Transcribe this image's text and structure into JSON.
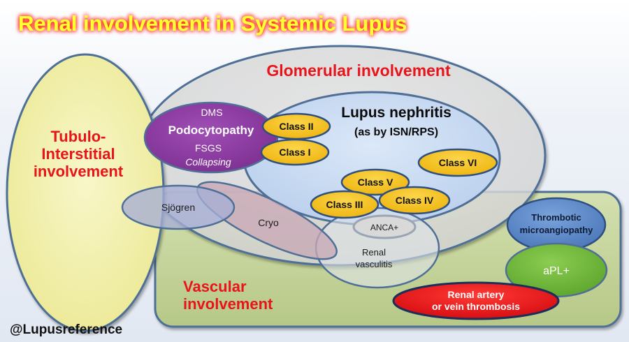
{
  "title": "Renal involvement in Systemic Lupus",
  "glomerular": {
    "label": "Glomerular involvement"
  },
  "lupus_nephritis": {
    "title": "Lupus nephritis",
    "subtitle": "(as by ISN/RPS)"
  },
  "podocytopathy": {
    "top": "DMS",
    "title": "Podocytopathy",
    "line3": "FSGS",
    "line4": "Collapsing"
  },
  "classes": {
    "c1": "Class I",
    "c2": "Class II",
    "c3": "Class III",
    "c4": "Class IV",
    "c5": "Class V",
    "c6": "Class VI"
  },
  "tubulo": {
    "line1": "Tubulo-",
    "line2": "Interstitial",
    "line3": "involvement"
  },
  "vascular": {
    "line1": "Vascular",
    "line2": "involvement"
  },
  "sjogren": "Sjögren",
  "cryo": "Cryo",
  "anca": "ANCA+",
  "renal_vasculitis": {
    "line1": "Renal",
    "line2": "vasculitis"
  },
  "tma": {
    "line1": "Thrombotic",
    "line2": "microangiopathy"
  },
  "apl": "aPL+",
  "thrombosis": {
    "line1": "Renal artery",
    "line2": "or vein thrombosis"
  },
  "footer": "@Lupusreference",
  "colors": {
    "title_text": "#ffff33",
    "title_glow": "#ff2200",
    "label_red": "#e8141a",
    "class_fill": "#f5c21b",
    "glomerular_fill": "#e4e4e4",
    "nephritis_fill": "#c9dcf3",
    "podocyto_fill": "#8c3aa0",
    "tubulo_fill": "#f1efa6",
    "vascular_fill": "#c6d59b",
    "green_fill": "#70b83a",
    "thrombosis_fill": "#e8101a",
    "tma_fill": "#5b87c8"
  }
}
